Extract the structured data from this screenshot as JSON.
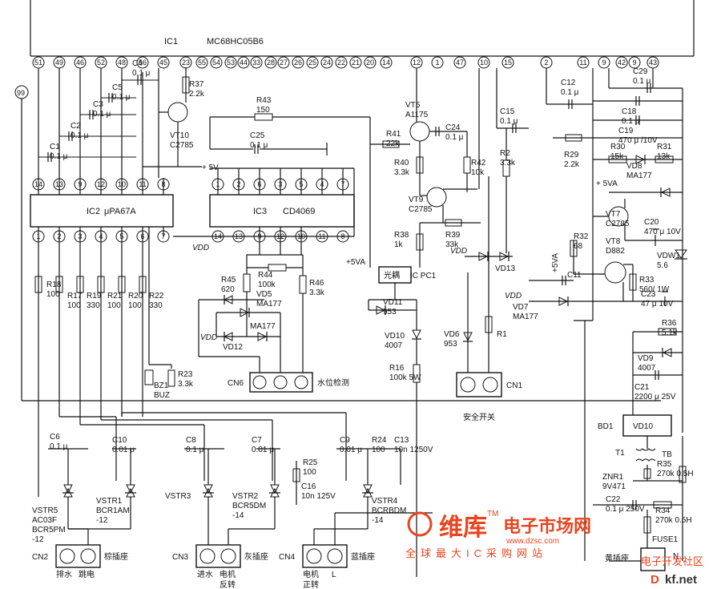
{
  "ic1": {
    "ref": "IC1",
    "part": "MC68HC05B6",
    "pins": [
      "51",
      "49",
      "46",
      "52",
      "48",
      "56",
      "45",
      "23",
      "55",
      "54",
      "53",
      "44",
      "33",
      "28",
      "27",
      "26",
      "25",
      "24",
      "22",
      "21",
      "20",
      "14",
      "12",
      "1",
      "47",
      "10",
      "15",
      "2",
      "11",
      "9",
      "42",
      "9",
      "43"
    ]
  },
  "ic2": {
    "ref": "IC2",
    "part": "μPA67A",
    "top_pins": [
      "14",
      "13",
      "9",
      "12",
      "10",
      "11",
      "8"
    ],
    "bottom_pins": [
      "1",
      "2",
      "3",
      "4",
      "5",
      "6",
      "7"
    ]
  },
  "ic3": {
    "ref": "IC3",
    "part": "CD4069",
    "top_pins": [
      "1",
      "2",
      "6",
      "3",
      "5",
      "4",
      "7"
    ],
    "bottom_pins": [
      "14",
      "13",
      "9",
      "12",
      "10",
      "11",
      "8"
    ]
  },
  "pin99": "99",
  "labels": {
    "plus5v": "+ 5V",
    "plus5va": "+5VA",
    "plus5va_b": "+ 5VA",
    "plus5va_c": "+5VA",
    "vdd": "VDD",
    "optocoupler": "光耦",
    "ic_pc1": "IC PC1",
    "water_level": "水位检测",
    "safety_switch": "安全开关",
    "bd1": "BD1",
    "vd10_box": "VD10",
    "t1": "T1",
    "tb": "TB",
    "fuse": "FUSE1"
  },
  "components": [
    {
      "ref": "C4",
      "val": "0.1 μ"
    },
    {
      "ref": "C5",
      "val": "0.1 μ"
    },
    {
      "ref": "C3",
      "val": "0.1 μ"
    },
    {
      "ref": "C2",
      "val": "0.1 μ"
    },
    {
      "ref": "C1",
      "val": "0.1 μ"
    },
    {
      "ref": "R37",
      "val": "2.2k"
    },
    {
      "ref": "VT10",
      "val": "C2785"
    },
    {
      "ref": "R43",
      "val": "150"
    },
    {
      "ref": "C25",
      "val": "0.1 μ"
    },
    {
      "ref": "VT5",
      "val": "A1175"
    },
    {
      "ref": "R41",
      "val": "22k"
    },
    {
      "ref": "C24",
      "val": "0.1 μ"
    },
    {
      "ref": "R40",
      "val": "3.3k"
    },
    {
      "ref": "R42",
      "val": "10k"
    },
    {
      "ref": "C15",
      "val": "0.1 μ"
    },
    {
      "ref": "R2",
      "val": "3.3k"
    },
    {
      "ref": "VT9",
      "val": "C2785"
    },
    {
      "ref": "R39",
      "val": "33k"
    },
    {
      "ref": "R38",
      "val": "1k"
    },
    {
      "ref": "C12",
      "val": "0.1 μ"
    },
    {
      "ref": "C29",
      "val": "0.1 μ"
    },
    {
      "ref": "C18",
      "val": "0.1 μ"
    },
    {
      "ref": "C19",
      "val": "470 μ /10V"
    },
    {
      "ref": "R29",
      "val": "2.2k"
    },
    {
      "ref": "R30",
      "val": "15k"
    },
    {
      "ref": "R31",
      "val": "13k"
    },
    {
      "ref": "VD8",
      "val": "MA177"
    },
    {
      "ref": "VT7",
      "val": "C2785"
    },
    {
      "ref": "C20",
      "val": "470 μ 10V"
    },
    {
      "ref": "VT8",
      "val": "D882"
    },
    {
      "ref": "R32",
      "val": "68"
    },
    {
      "ref": "VDW1",
      "val": "5.6"
    },
    {
      "ref": "R33",
      "val": "560/ 1W"
    },
    {
      "ref": "C23",
      "val": "47 μ 10V"
    },
    {
      "ref": "C11",
      "val": ""
    },
    {
      "ref": "VD7",
      "val": "MA177"
    },
    {
      "ref": "R36",
      "val": "5.1k"
    },
    {
      "ref": "VD9",
      "val": "4007"
    },
    {
      "ref": "C21",
      "val": "2200 μ 25V"
    },
    {
      "ref": "R45",
      "val": "620"
    },
    {
      "ref": "R44",
      "val": "100k"
    },
    {
      "ref": "R46",
      "val": "3.3k"
    },
    {
      "ref": "VD5",
      "val": "MA177"
    },
    {
      "ref": "MA177",
      "val": ""
    },
    {
      "ref": "VD12",
      "val": ""
    },
    {
      "ref": "VD11",
      "val": "953"
    },
    {
      "ref": "VD10",
      "val": "4007"
    },
    {
      "ref": "R16",
      "val": "100k 5W"
    },
    {
      "ref": "VD13",
      "val": ""
    },
    {
      "ref": "VD6",
      "val": "953"
    },
    {
      "ref": "R1",
      "val": ""
    },
    {
      "ref": "R18",
      "val": "100"
    },
    {
      "ref": "R17",
      "val": "100"
    },
    {
      "ref": "R19",
      "val": "330"
    },
    {
      "ref": "R21",
      "val": "100"
    },
    {
      "ref": "R20",
      "val": "100"
    },
    {
      "ref": "R22",
      "val": "330"
    },
    {
      "ref": "BZ1",
      "val": "BUZ"
    },
    {
      "ref": "R23",
      "val": "3.3k"
    },
    {
      "ref": "C6",
      "val": "0.1 μ"
    },
    {
      "ref": "C10",
      "val": "0.01 μ"
    },
    {
      "ref": "C8",
      "val": "0.1 μ"
    },
    {
      "ref": "C7",
      "val": "0.01 μ"
    },
    {
      "ref": "R25",
      "val": "100"
    },
    {
      "ref": "C16",
      "val": "10n 125V"
    },
    {
      "ref": "C9",
      "val": "0.01 μ"
    },
    {
      "ref": "R24",
      "val": "100"
    },
    {
      "ref": "C13",
      "val": "10n 1250V"
    },
    {
      "ref": "ZNR1",
      "val": "9V471"
    },
    {
      "ref": "R35",
      "val": "270k 0.5H"
    },
    {
      "ref": "C22",
      "val": "0.1 μ 250V"
    },
    {
      "ref": "R34",
      "val": "270k 0.5H"
    }
  ],
  "triacs": [
    {
      "ref": "VSTR5",
      "val": "AC03F BCR5PM -12"
    },
    {
      "ref": "VSTR1",
      "val": "BCR1AM -12"
    },
    {
      "ref": "VSTR3",
      "val": ""
    },
    {
      "ref": "VSTR2",
      "val": "BCR5DM -14"
    },
    {
      "ref": "VSTR4",
      "val": "BCRBDM -14"
    }
  ],
  "connectors": {
    "cn6": "CN6",
    "cn1": "CN1",
    "cn2": "CN2",
    "cn2_name": "棕插座",
    "cn2_a": "排水",
    "cn2_b": "跳电",
    "cn3": "CN3",
    "cn3_name": "灰插座",
    "cn3_a": "进水",
    "cn3_b1": "电机",
    "cn3_b2": "反转",
    "cn4": "CN4",
    "cn4_name": "蓝插座",
    "cn4_a1": "电机",
    "cn4_a2": "正转",
    "cn4_b": "L",
    "yellow": "黄插座",
    "n_label": "N"
  },
  "watermark": {
    "brand": "维库",
    "tm": "TM",
    "market": "电子市场网",
    "url": "www.dzsc.com",
    "slogan": "全球最大IC采购网站",
    "community": "电子开发社区",
    "dz": "D",
    "dz_rest": "kf.net"
  }
}
